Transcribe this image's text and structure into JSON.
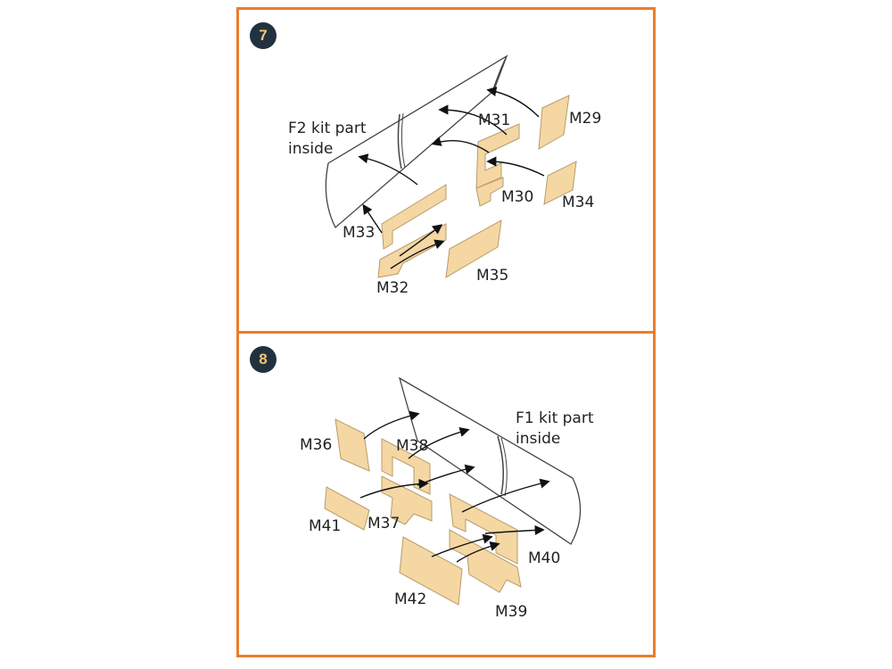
{
  "steps": [
    {
      "number": "7",
      "note": [
        "F2 kit part",
        "inside"
      ],
      "parts": [
        "M29",
        "M30",
        "M31",
        "M32",
        "M33",
        "M34",
        "M35"
      ]
    },
    {
      "number": "8",
      "note": [
        "F1 kit part",
        "inside"
      ],
      "parts": [
        "M36",
        "M37",
        "M38",
        "M39",
        "M40",
        "M41",
        "M42"
      ]
    }
  ],
  "colors": {
    "frame": "#ec7d2a",
    "badge": "#22313f",
    "badge_text": "#f3c676",
    "part_fill": "#f4d7a3"
  }
}
